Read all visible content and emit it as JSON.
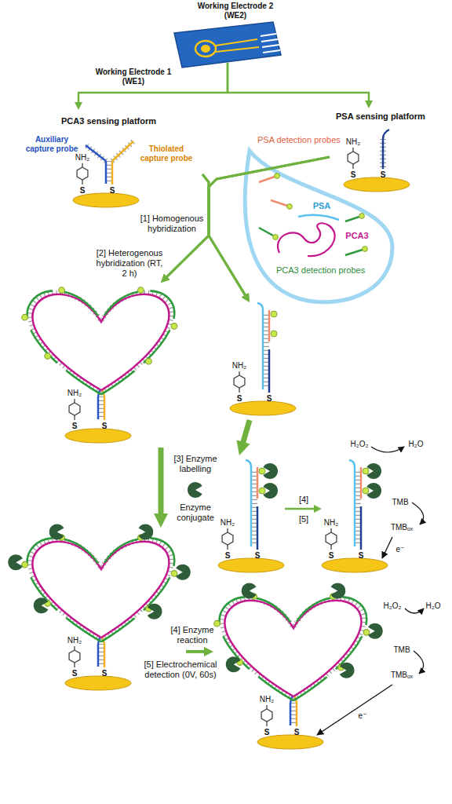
{
  "diagram": {
    "nodes": [
      {
        "text": [
          "Working Electrode 2 (WE2)",
          "Working Electrode 1 (WE1)"
        ]
      },
      {
        "text": [
          "PCA3 sensing platform",
          "Auxiliary capture probe",
          "Thiolated capture probe",
          "NH₂",
          "S",
          "S"
        ]
      },
      {
        "text": [
          "PSA sensing platform",
          "NH₂",
          "S",
          "S"
        ]
      },
      {
        "text": [
          "PSA detection probes",
          "PSA",
          "PCA3",
          "PCA3 detection probes"
        ]
      },
      {
        "text": [
          "NH₂",
          "S",
          "S"
        ]
      },
      {
        "text": [
          "NH₂",
          "S",
          "S"
        ]
      },
      {
        "text": [
          "NH₂",
          "S",
          "S"
        ]
      },
      {
        "text": [
          "NH₂",
          "S",
          "S"
        ]
      },
      {
        "text": [
          "H₂O₂",
          "H₂O",
          "TMB",
          "TMBₒₓ",
          "e⁻",
          "NH₂",
          "S",
          "S"
        ]
      },
      {
        "text": [
          "H₂O₂",
          "H₂O",
          "TMB",
          "TMBₒₓ",
          "e⁻",
          "NH₂",
          "S",
          "S"
        ]
      }
    ],
    "edges": [
      {
        "from": 0,
        "to": 1,
        "arrow": "to"
      },
      {
        "from": 0,
        "to": 2,
        "arrow": "to"
      },
      {
        "from": 1,
        "to": 4,
        "arrow": "to"
      },
      {
        "from": 1,
        "to": 5,
        "arrow": "to"
      },
      {
        "from": 2,
        "to": 4,
        "arrow": "to"
      },
      {
        "from": 2,
        "to": 5,
        "arrow": "to"
      },
      {
        "from": 4,
        "to": 6,
        "arrow": "to"
      },
      {
        "from": 5,
        "to": 7,
        "arrow": "to"
      },
      {
        "from": 7,
        "to": 8,
        "arrow": "to"
      },
      {
        "from": 6,
        "to": 9,
        "arrow": "to"
      }
    ],
    "labels": [
      "[1] Homogenous hybridization",
      "[2] Heterogenous hybridization (RT, 2 h)",
      "[3] Enzyme labelling",
      "Enzyme conjugate",
      "[4]",
      "[5]",
      "[4] Enzyme reaction",
      "[5] Electrochemical detection (0V, 60s)"
    ]
  }
}
